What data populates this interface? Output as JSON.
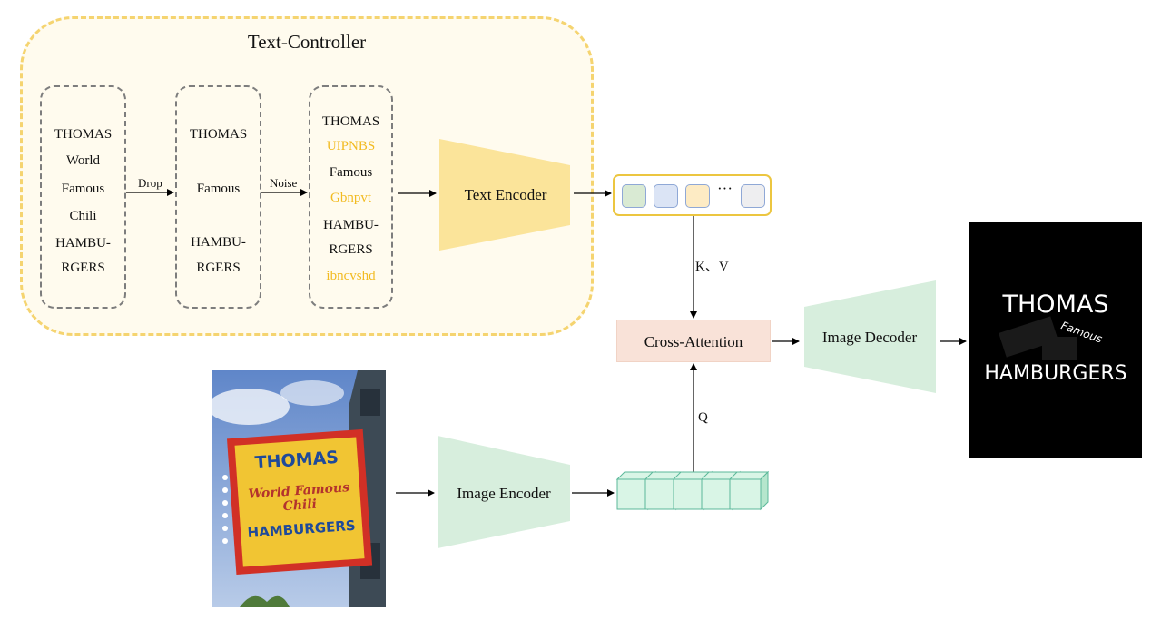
{
  "controller": {
    "title": "Text-Controller"
  },
  "columns": [
    {
      "words": [
        {
          "text": "THOMAS",
          "noise": false
        },
        {
          "text": "World",
          "noise": false
        },
        {
          "text": "Famous",
          "noise": false
        },
        {
          "text": "Chili",
          "noise": false
        },
        {
          "text": "HAMBU-",
          "noise": false
        },
        {
          "text": "RGERS",
          "noise": false
        }
      ]
    },
    {
      "words": [
        {
          "text": "THOMAS",
          "noise": false
        },
        {
          "text": "Famous",
          "noise": false
        },
        {
          "text": "HAMBU-",
          "noise": false
        },
        {
          "text": "RGERS",
          "noise": false
        }
      ]
    },
    {
      "words": [
        {
          "text": "THOMAS",
          "noise": false
        },
        {
          "text": "UIPNBS",
          "noise": true
        },
        {
          "text": "Famous",
          "noise": false
        },
        {
          "text": "Gbnpvt",
          "noise": true
        },
        {
          "text": "HAMBU-",
          "noise": false
        },
        {
          "text": "RGERS",
          "noise": false
        },
        {
          "text": "ibncvshd",
          "noise": true
        }
      ]
    }
  ],
  "arrows": {
    "drop": "Drop",
    "noise": "Noise",
    "kv": "K、V",
    "q": "Q"
  },
  "blocks": {
    "text_encoder": "Text Encoder",
    "image_encoder": "Image Encoder",
    "image_decoder": "Image Decoder",
    "cross_attention": "Cross-Attention"
  },
  "tokens": {
    "ellipsis": "···"
  },
  "photo": {
    "line1": "THOMAS",
    "line2": "World Famous",
    "line3": "Chili",
    "line4": "HAMBURGERS"
  },
  "output": {
    "line1": "THOMAS",
    "line2": "Famous",
    "line3": "HAMBURGERS"
  },
  "colors": {
    "noise_text": "#f2bb22",
    "text_encoder": "#fbe49a",
    "image_block": "#d7eedd",
    "cross_attention": "#f9e2d8",
    "token_green": "#d9ead3",
    "token_blue": "#dbe4f5",
    "token_yellow": "#fdebc4",
    "token_gray": "#eeeef0",
    "controller_border": "#f5d470"
  }
}
